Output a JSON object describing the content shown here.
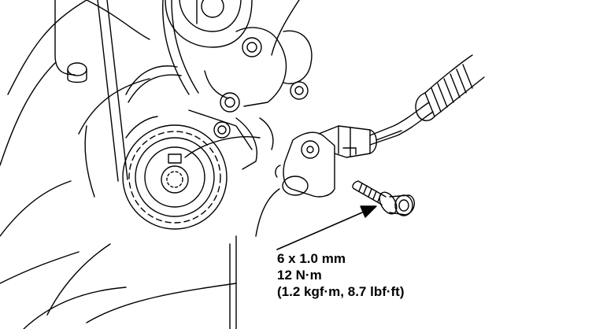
{
  "callout": {
    "bolt_size": "6 x 1.0 mm",
    "torque_nm": "12 N·m",
    "torque_alt": "(1.2 kgf·m, 8.7 lbf·ft)"
  },
  "colors": {
    "ink": "#000000",
    "paper": "#ffffff"
  }
}
